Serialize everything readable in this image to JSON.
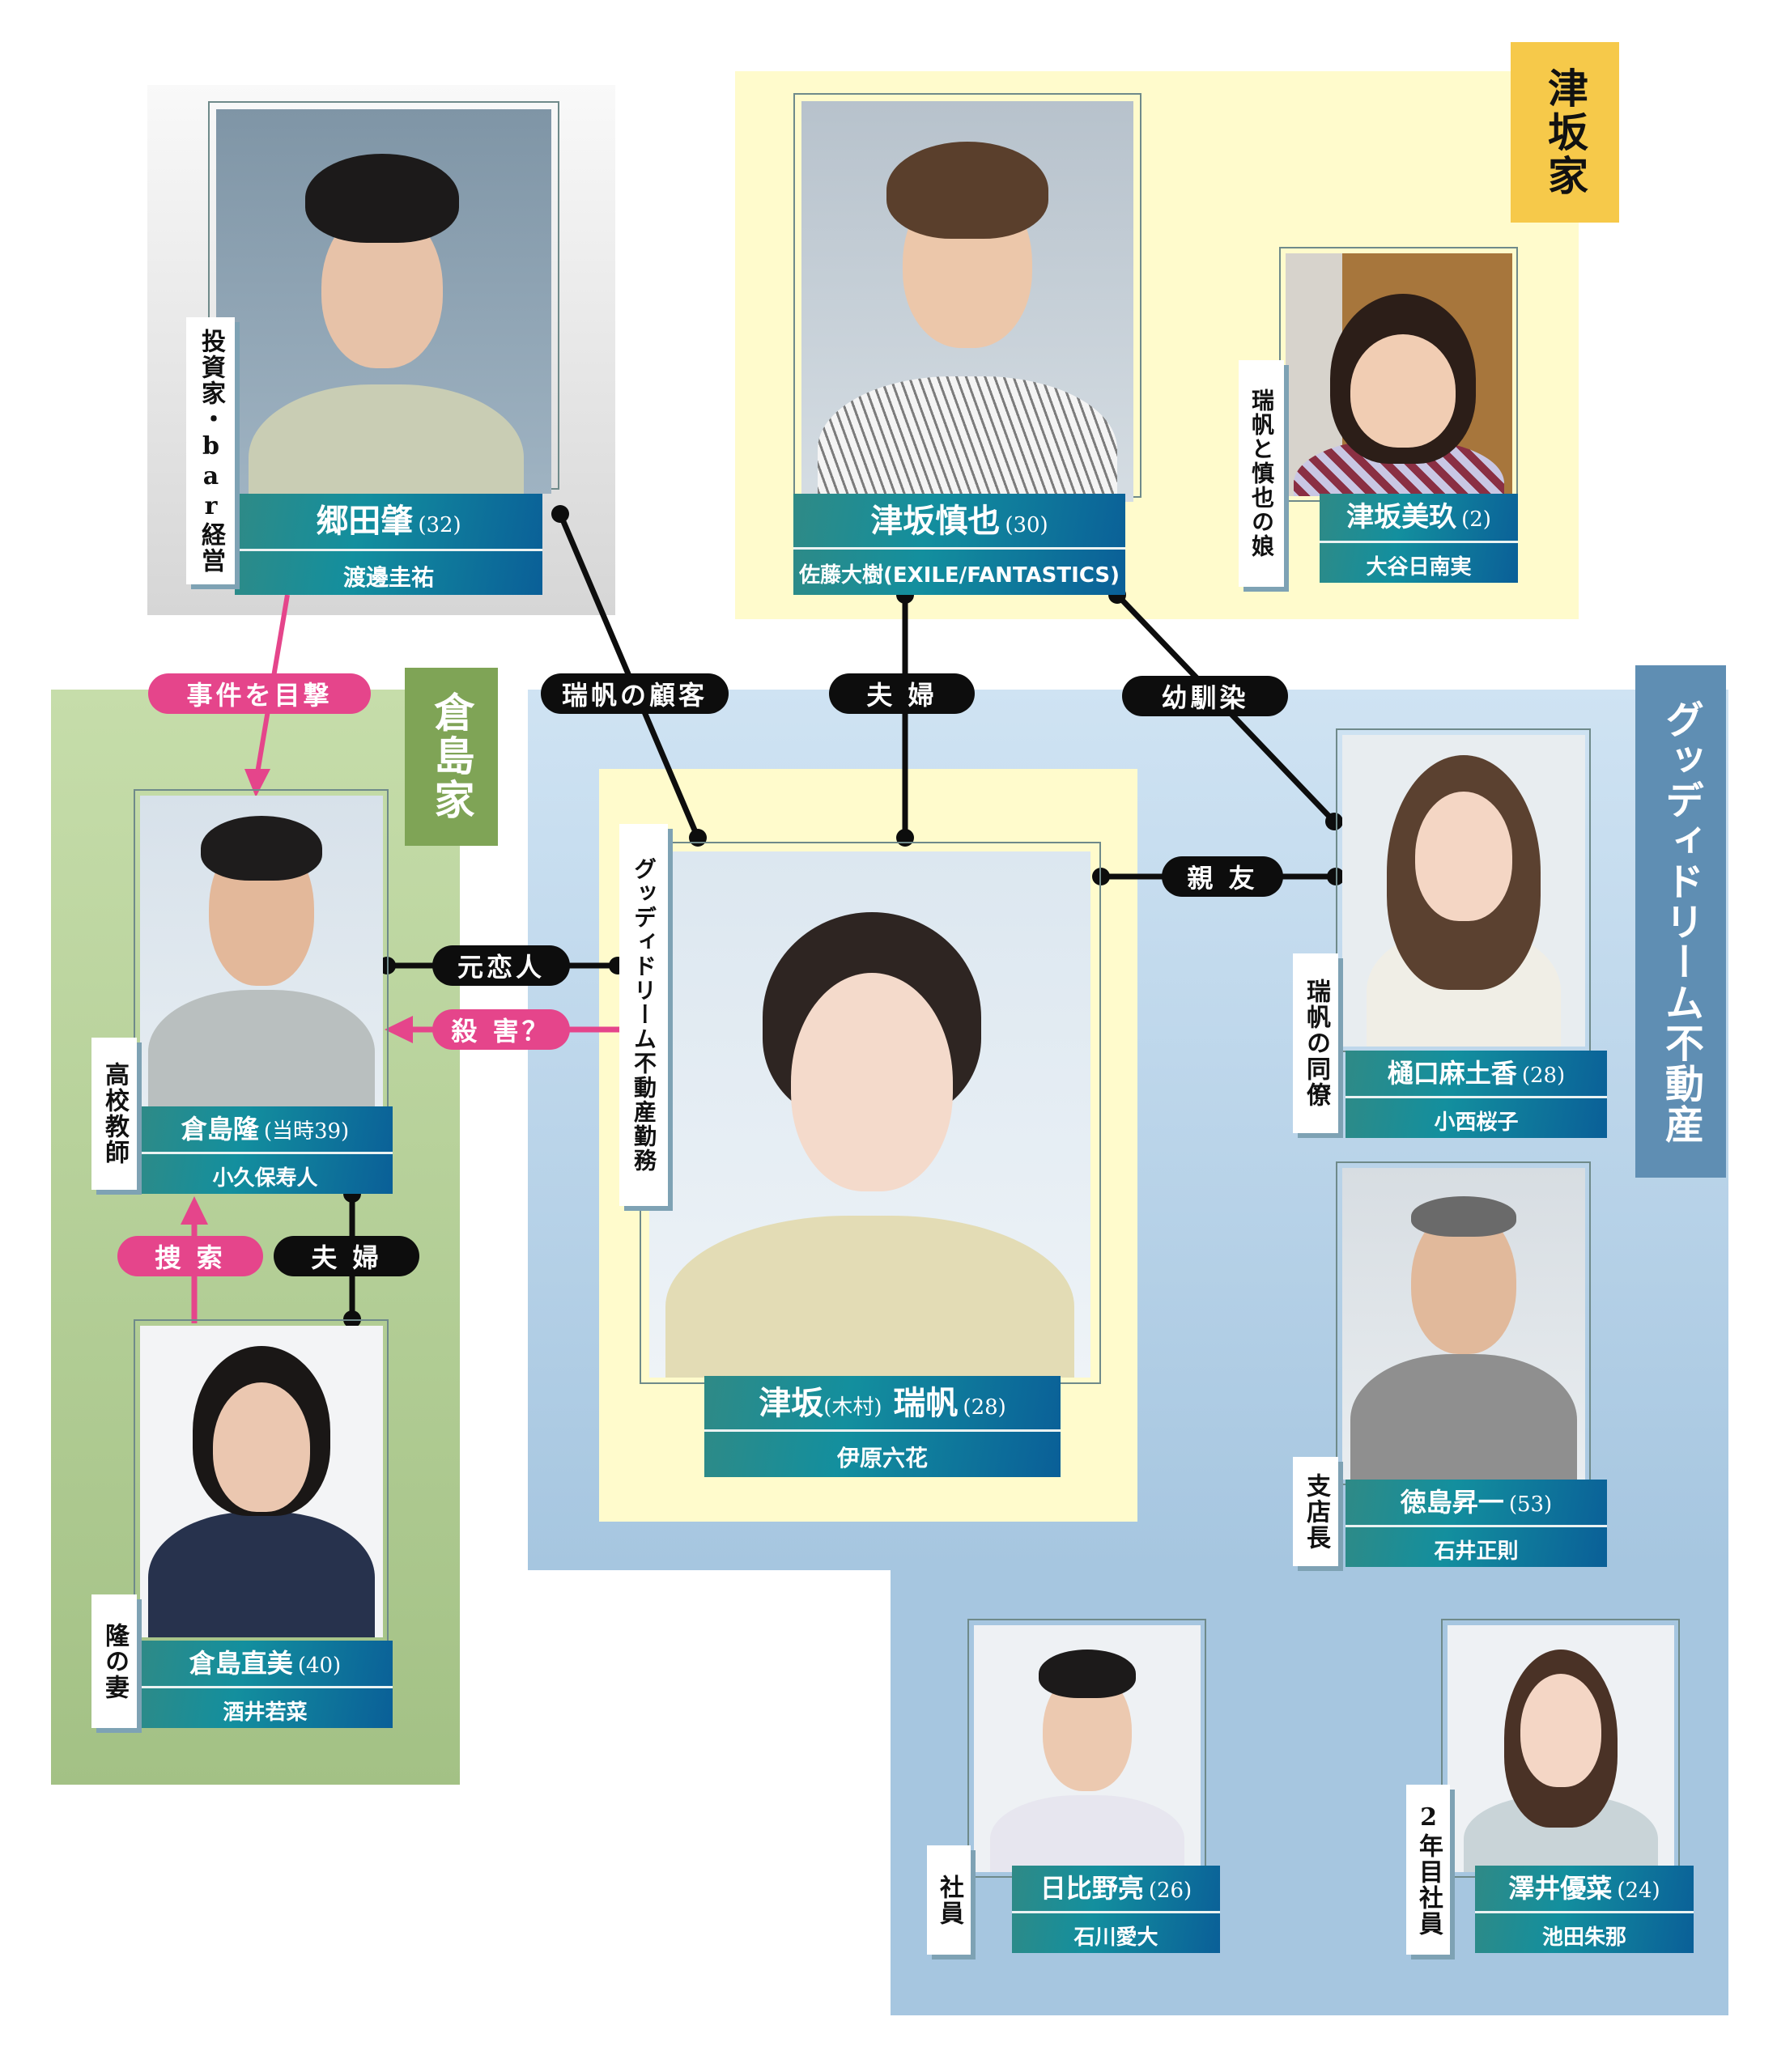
{
  "groups": {
    "tsusaka": {
      "label": "津坂家",
      "color": "#f6c94a"
    },
    "kurashima": {
      "label": "倉島家",
      "color": "#7fa456"
    },
    "goodydream": {
      "label": "グッディドリーム不動産",
      "color": "#5f8eb3"
    }
  },
  "characters": {
    "gouda": {
      "name": "郷田肇",
      "age": "(32)",
      "actor": "渡邊圭祐",
      "role": "投資家・bar経営"
    },
    "shinya": {
      "name": "津坂慎也",
      "age": "(30)",
      "actor": "佐藤大樹(EXILE/FANTASTICS)"
    },
    "miku": {
      "name": "津坂美玖",
      "age": "(2)",
      "actor": "大谷日南実",
      "role": "瑞帆と慎也の娘"
    },
    "takashi": {
      "name": "倉島隆",
      "age": "(当時39)",
      "actor": "小久保寿人",
      "role": "高校教師"
    },
    "naomi": {
      "name": "倉島直美",
      "age": "(40)",
      "actor": "酒井若菜",
      "role": "隆の妻"
    },
    "miho": {
      "name_a": "津坂",
      "name_paren": "(木村)",
      "name_b": "瑞帆",
      "age": "(28)",
      "actor": "伊原六花",
      "role": "グッディドリーム不動産勤務"
    },
    "higuchi": {
      "name": "樋口麻土香",
      "age": "(28)",
      "actor": "小西桜子",
      "role": "瑞帆の同僚"
    },
    "tokushima": {
      "name": "徳島昇一",
      "age": "(53)",
      "actor": "石井正則",
      "role": "支店長"
    },
    "hibino": {
      "name": "日比野亮",
      "age": "(26)",
      "actor": "石川愛大",
      "role": "社員"
    },
    "sawai": {
      "name": "澤井優菜",
      "age": "(24)",
      "actor": "池田朱那",
      "role": "2年目社員"
    }
  },
  "relations": {
    "witness": {
      "label": "事件を目撃",
      "style": "pink"
    },
    "client": {
      "label": "瑞帆の顧客",
      "style": "black"
    },
    "married_tsusaka": {
      "label": "夫 婦",
      "style": "black"
    },
    "childhood": {
      "label": "幼馴染",
      "style": "black"
    },
    "best_friend": {
      "label": "親 友",
      "style": "black"
    },
    "ex_lover": {
      "label": "元恋人",
      "style": "black"
    },
    "murder": {
      "label": "殺 害？",
      "style": "pink"
    },
    "search": {
      "label": "捜 索",
      "style": "pink"
    },
    "married_kurashima": {
      "label": "夫 婦",
      "style": "black"
    }
  },
  "colors": {
    "pink": "#e5458b",
    "black": "#0d0d0d",
    "nameband_start": "#2f8a86",
    "nameband_end": "#0a5f98"
  }
}
